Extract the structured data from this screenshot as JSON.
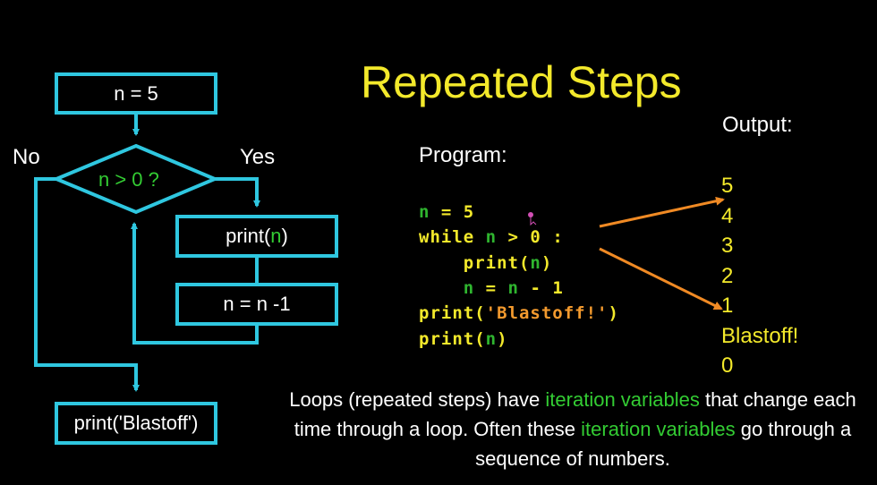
{
  "title": "Repeated Steps",
  "flowchart": {
    "start": "n = 5",
    "decision": "n > 0 ?",
    "no_label": "No",
    "yes_label": "Yes",
    "print_prefix": "print(",
    "print_var": "n",
    "print_suffix": ")",
    "decrement": "n = n -1",
    "end": "print('Blastoff')"
  },
  "program": {
    "label": "Program:",
    "lines": [
      [
        {
          "t": "n",
          "c": "g"
        },
        {
          "t": " = ",
          "c": "y"
        },
        {
          "t": "5",
          "c": "y"
        }
      ],
      [
        {
          "t": "while ",
          "c": "y"
        },
        {
          "t": "n",
          "c": "g"
        },
        {
          "t": " > ",
          "c": "y"
        },
        {
          "t": "0",
          "c": "y"
        },
        {
          "t": " :",
          "c": "y"
        }
      ],
      [
        {
          "t": "    print(",
          "c": "y"
        },
        {
          "t": "n",
          "c": "g"
        },
        {
          "t": ")",
          "c": "y"
        }
      ],
      [
        {
          "t": "    ",
          "c": "y"
        },
        {
          "t": "n",
          "c": "g"
        },
        {
          "t": " = ",
          "c": "y"
        },
        {
          "t": "n",
          "c": "g"
        },
        {
          "t": " - ",
          "c": "y"
        },
        {
          "t": "1",
          "c": "y"
        }
      ],
      [
        {
          "t": "print(",
          "c": "y"
        },
        {
          "t": "'Blastoff!'",
          "c": "o"
        },
        {
          "t": ")",
          "c": "y"
        }
      ],
      [
        {
          "t": "print(",
          "c": "y"
        },
        {
          "t": "n",
          "c": "g"
        },
        {
          "t": ")",
          "c": "y"
        }
      ]
    ]
  },
  "output": {
    "label": "Output:",
    "lines": [
      "5",
      "4",
      "3",
      "2",
      "1",
      "Blastoff!",
      "0"
    ]
  },
  "caption": {
    "p1": "Loops (repeated steps) have ",
    "h1": "iteration variables",
    "p2": " that change each time through a loop.  Often these ",
    "h2": "iteration variables",
    "p3": " go through a sequence of numbers."
  },
  "colors": {
    "background": "#000000",
    "flow_lines": "#2fc7e0",
    "title": "#f3e92b",
    "highlight": "#33cc33",
    "arrows": "#f08a24"
  }
}
